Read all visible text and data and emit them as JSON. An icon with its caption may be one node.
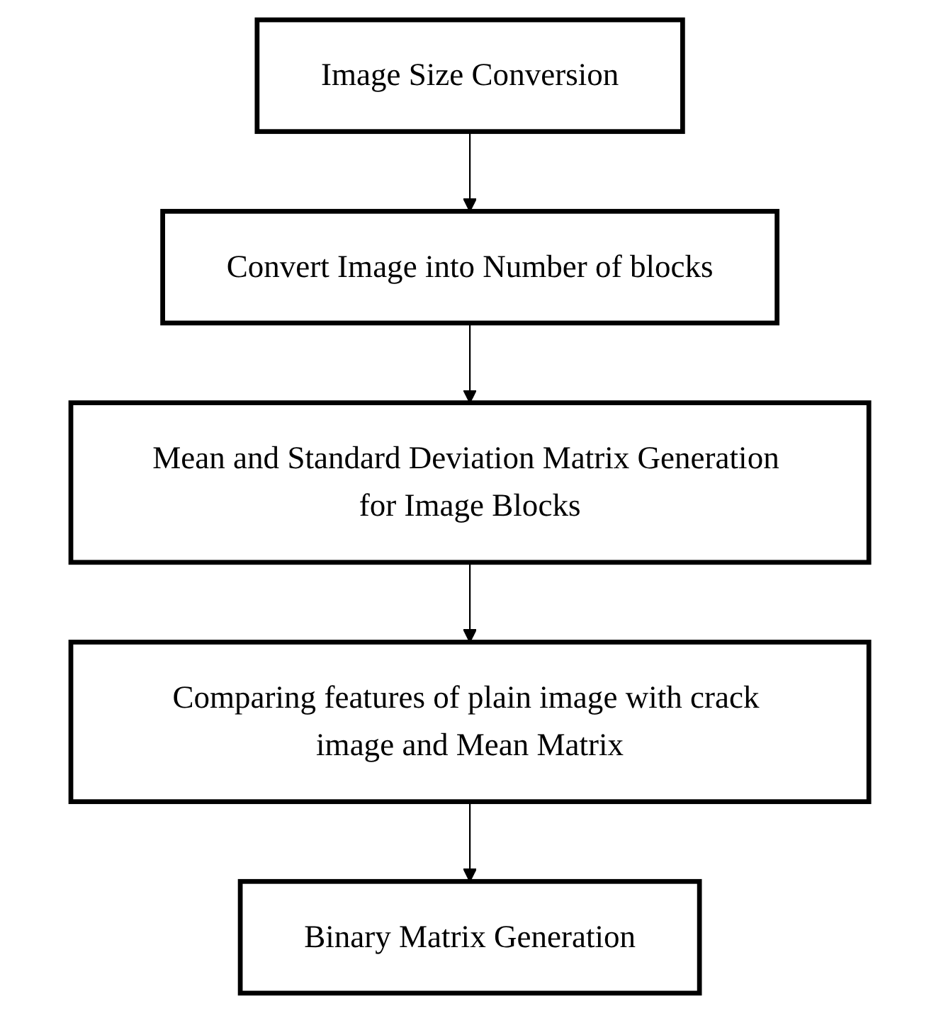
{
  "diagram": {
    "nodes": [
      {
        "text": [
          "Image Size Conversion"
        ]
      },
      {
        "text": [
          "Convert Image into Number of blocks"
        ]
      },
      {
        "text": [
          "Mean and Standard Deviation Matrix Generation for Image Blocks"
        ]
      },
      {
        "text": [
          "Comparing features of plain image with crack image and Mean Matrix"
        ]
      },
      {
        "text": [
          "Binary Matrix Generation"
        ]
      }
    ],
    "edges": [
      {
        "from": 0,
        "to": 1,
        "arrow": "to"
      },
      {
        "from": 1,
        "to": 2,
        "arrow": "to"
      },
      {
        "from": 2,
        "to": 3,
        "arrow": "to"
      },
      {
        "from": 3,
        "to": 4,
        "arrow": "to"
      }
    ]
  }
}
